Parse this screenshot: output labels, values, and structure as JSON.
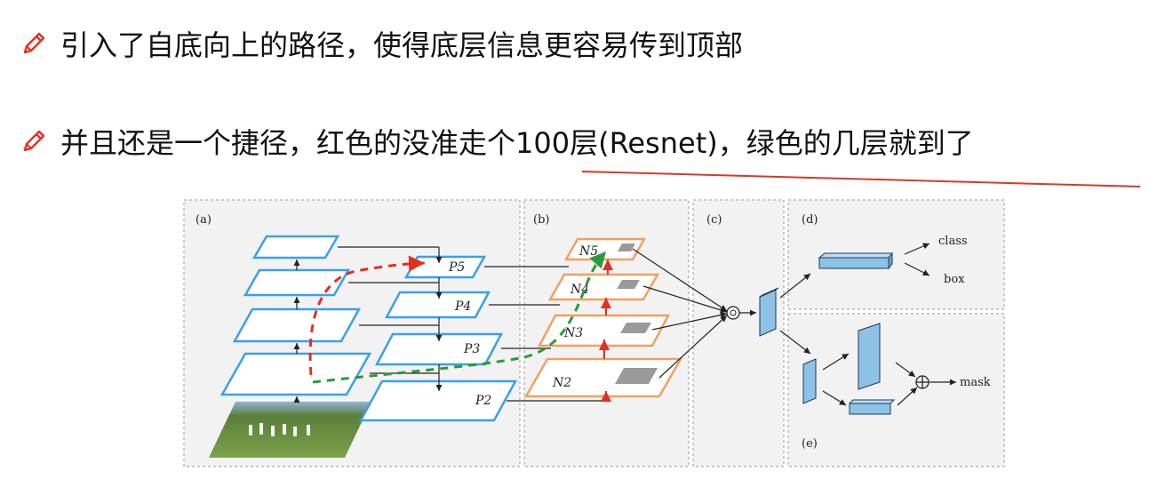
{
  "bullets": [
    {
      "icon": "pencil-icon",
      "text": "引入了自底向上的路径，使得底层信息更容易传到顶部"
    },
    {
      "icon": "pencil-icon",
      "text": "并且还是一个捷径，红色的没准走个100层(Resnet)，绿色的几层就到了"
    }
  ],
  "figure": {
    "panels": [
      "(a)",
      "(b)",
      "(c)",
      "(d)",
      "(e)"
    ],
    "p_labels": [
      "P5",
      "P4",
      "P3",
      "P2"
    ],
    "n_labels": [
      "N5",
      "N4",
      "N3",
      "N2"
    ],
    "outputs": {
      "class": "class",
      "box": "box",
      "mask": "mask"
    }
  },
  "colors": {
    "blue": "#3aa0e8",
    "orange": "#f0a060",
    "red": "#e03020",
    "green": "#2a9a3a",
    "panel_bg": "#f2f2f2",
    "box_fill": "#8ec2e6"
  }
}
